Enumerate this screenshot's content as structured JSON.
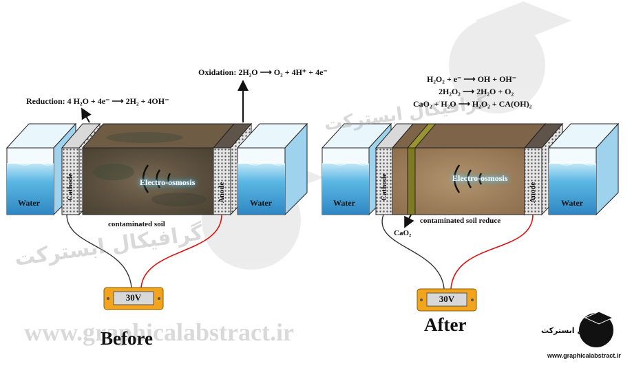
{
  "watermark": {
    "site": "www.graphicalabstract.ir",
    "persian_name": "گرافیکال ابسترکت"
  },
  "before": {
    "caption": "Before",
    "reduction": "Reduction: 4 H₂O + 4e⁻ ⟶ 2H₂ + 4OH⁻",
    "oxidation": "Oxidation: 2H₂O ⟶ O₂ + 4H⁺ + 4e⁻",
    "water_left": "Water",
    "water_right": "Water",
    "cathode": "Cathode",
    "anode": "Anode",
    "process": "Electro-osmosis",
    "soil": "contaminated soil",
    "voltage": "30V"
  },
  "after": {
    "caption": "After",
    "eq1": "H₂O₂ + e⁻ ⟶ OH + OH⁻",
    "eq2": "2H₂O₂ ⟶ 2H₂O + O₂",
    "eq3": "CaO₂ + H₂O ⟶ H₂O₂ + CA(OH)₂",
    "water_left": "Water",
    "water_right": "Water",
    "cathode": "Cathode",
    "anode": "Anode",
    "process": "Electro-osmosis",
    "soil": "contaminated soil reduce",
    "reagent": "CaO₂",
    "voltage": "30V"
  },
  "colors": {
    "water": "#4aa8d8",
    "soil_before": "#6b5a45",
    "soil_after": "#9b7b5a",
    "cao2_band": "#7d7a22",
    "wire_red": "#e01010",
    "wire_black": "#333333",
    "supply": "#f2a51c"
  },
  "icons": [
    "graduation-cap-logo-icon"
  ]
}
